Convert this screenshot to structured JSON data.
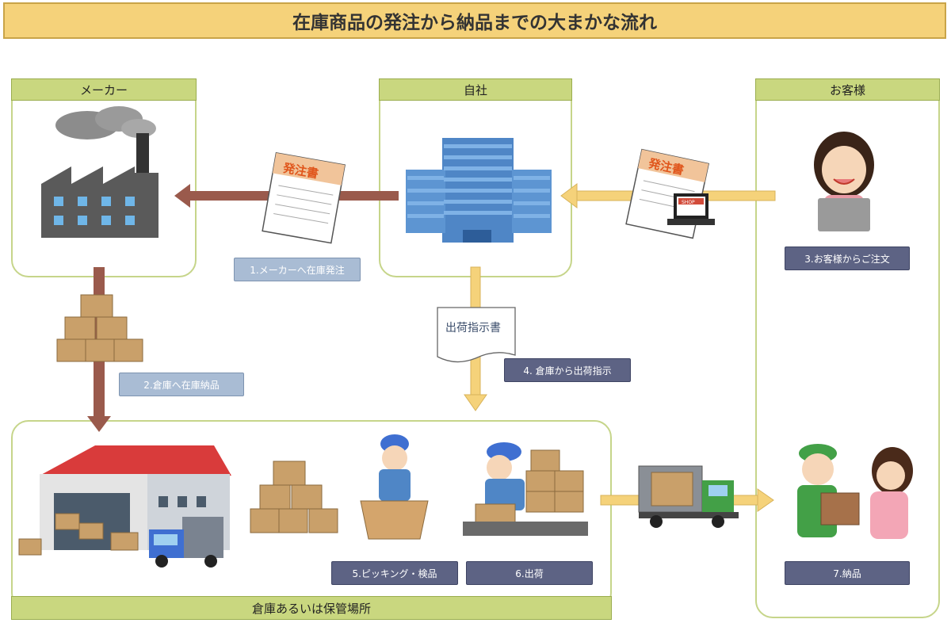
{
  "title": "在庫商品の発注から納品までの大まかな流れ",
  "parties": {
    "maker": "メーカー",
    "company": "自社",
    "customer": "お客様",
    "warehouse": "倉庫あるいは保管場所"
  },
  "documents": {
    "order_sheet": "発注書",
    "shipping_instruction": "出荷指示書",
    "shop_sign": "SHOP"
  },
  "steps": {
    "s1": "1.メーカーへ在庫発注",
    "s2": "2.倉庫へ在庫納品",
    "s3": "3.お客様からご注文",
    "s4": "4. 倉庫から出荷指示",
    "s5": "5.ピッキング・検品",
    "s6": "6.出荷",
    "s7": "7.納品"
  },
  "colors": {
    "title_bg": "#f5d27a",
    "header_bg": "#c9d77f",
    "panel_border": "#c6d58a",
    "arrow_brown": "#9a5a4c",
    "arrow_yellow": "#f5d27a",
    "step_light": "#a9bcd4",
    "step_dark": "#5d6384"
  },
  "icons": [
    "factory-icon",
    "office-building-icon",
    "order-sheet-icon",
    "laptop-shop-icon",
    "customer-woman-icon",
    "boxes-icon",
    "warehouse-icon",
    "truck-icon",
    "picking-worker-icon",
    "shipping-worker-icon",
    "delivery-truck-icon",
    "delivery-people-icon"
  ]
}
